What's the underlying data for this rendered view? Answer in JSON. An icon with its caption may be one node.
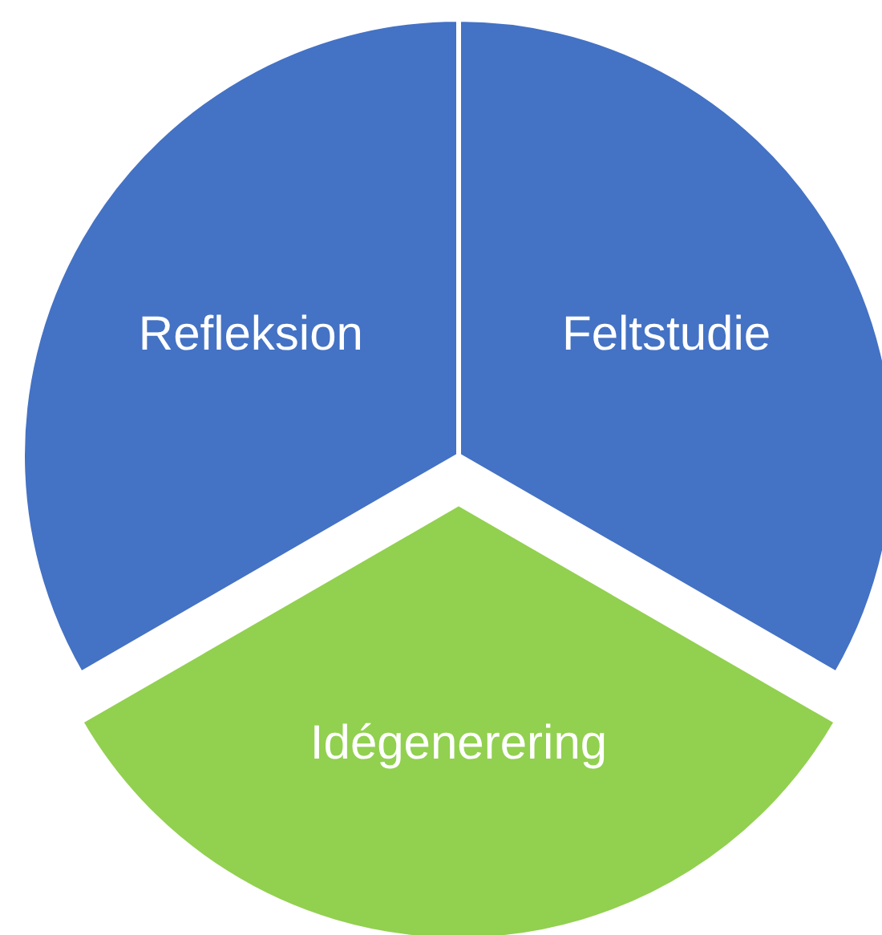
{
  "diagram": {
    "nodes": [
      {
        "text": [
          "Refleksion"
        ]
      },
      {
        "text": [
          "Feltstudie"
        ]
      },
      {
        "text": [
          "Idégenerering"
        ]
      }
    ],
    "edges": []
  }
}
